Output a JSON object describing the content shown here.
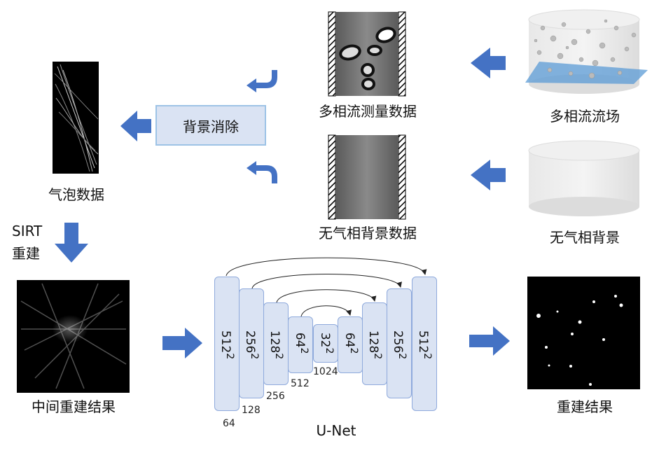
{
  "labels": {
    "bubble_data": "气泡数据",
    "bg_removal": "背景消除",
    "multiphase_measure": "多相流测量数据",
    "no_gas_bg_data": "无气相背景数据",
    "multiphase_field": "多相流流场",
    "no_gas_bg": "无气相背景",
    "sirt_line1": "SIRT",
    "sirt_line2": "重建",
    "intermediate": "中间重建结果",
    "result": "重建结果",
    "unet": "U-Net"
  },
  "unet": {
    "blocks": [
      {
        "size": "512",
        "exp": "2"
      },
      {
        "size": "256",
        "exp": "2"
      },
      {
        "size": "128",
        "exp": "2"
      },
      {
        "size": "64",
        "exp": "2"
      },
      {
        "size": "32",
        "exp": "2"
      },
      {
        "size": "64",
        "exp": "2"
      },
      {
        "size": "128",
        "exp": "2"
      },
      {
        "size": "256",
        "exp": "2"
      },
      {
        "size": "512",
        "exp": "2"
      }
    ],
    "channels": [
      "64",
      "128",
      "256",
      "512",
      "1024"
    ]
  },
  "colors": {
    "arrow": "#4472c4",
    "block_fill": "#dae3f3",
    "block_border": "#8faadc"
  }
}
